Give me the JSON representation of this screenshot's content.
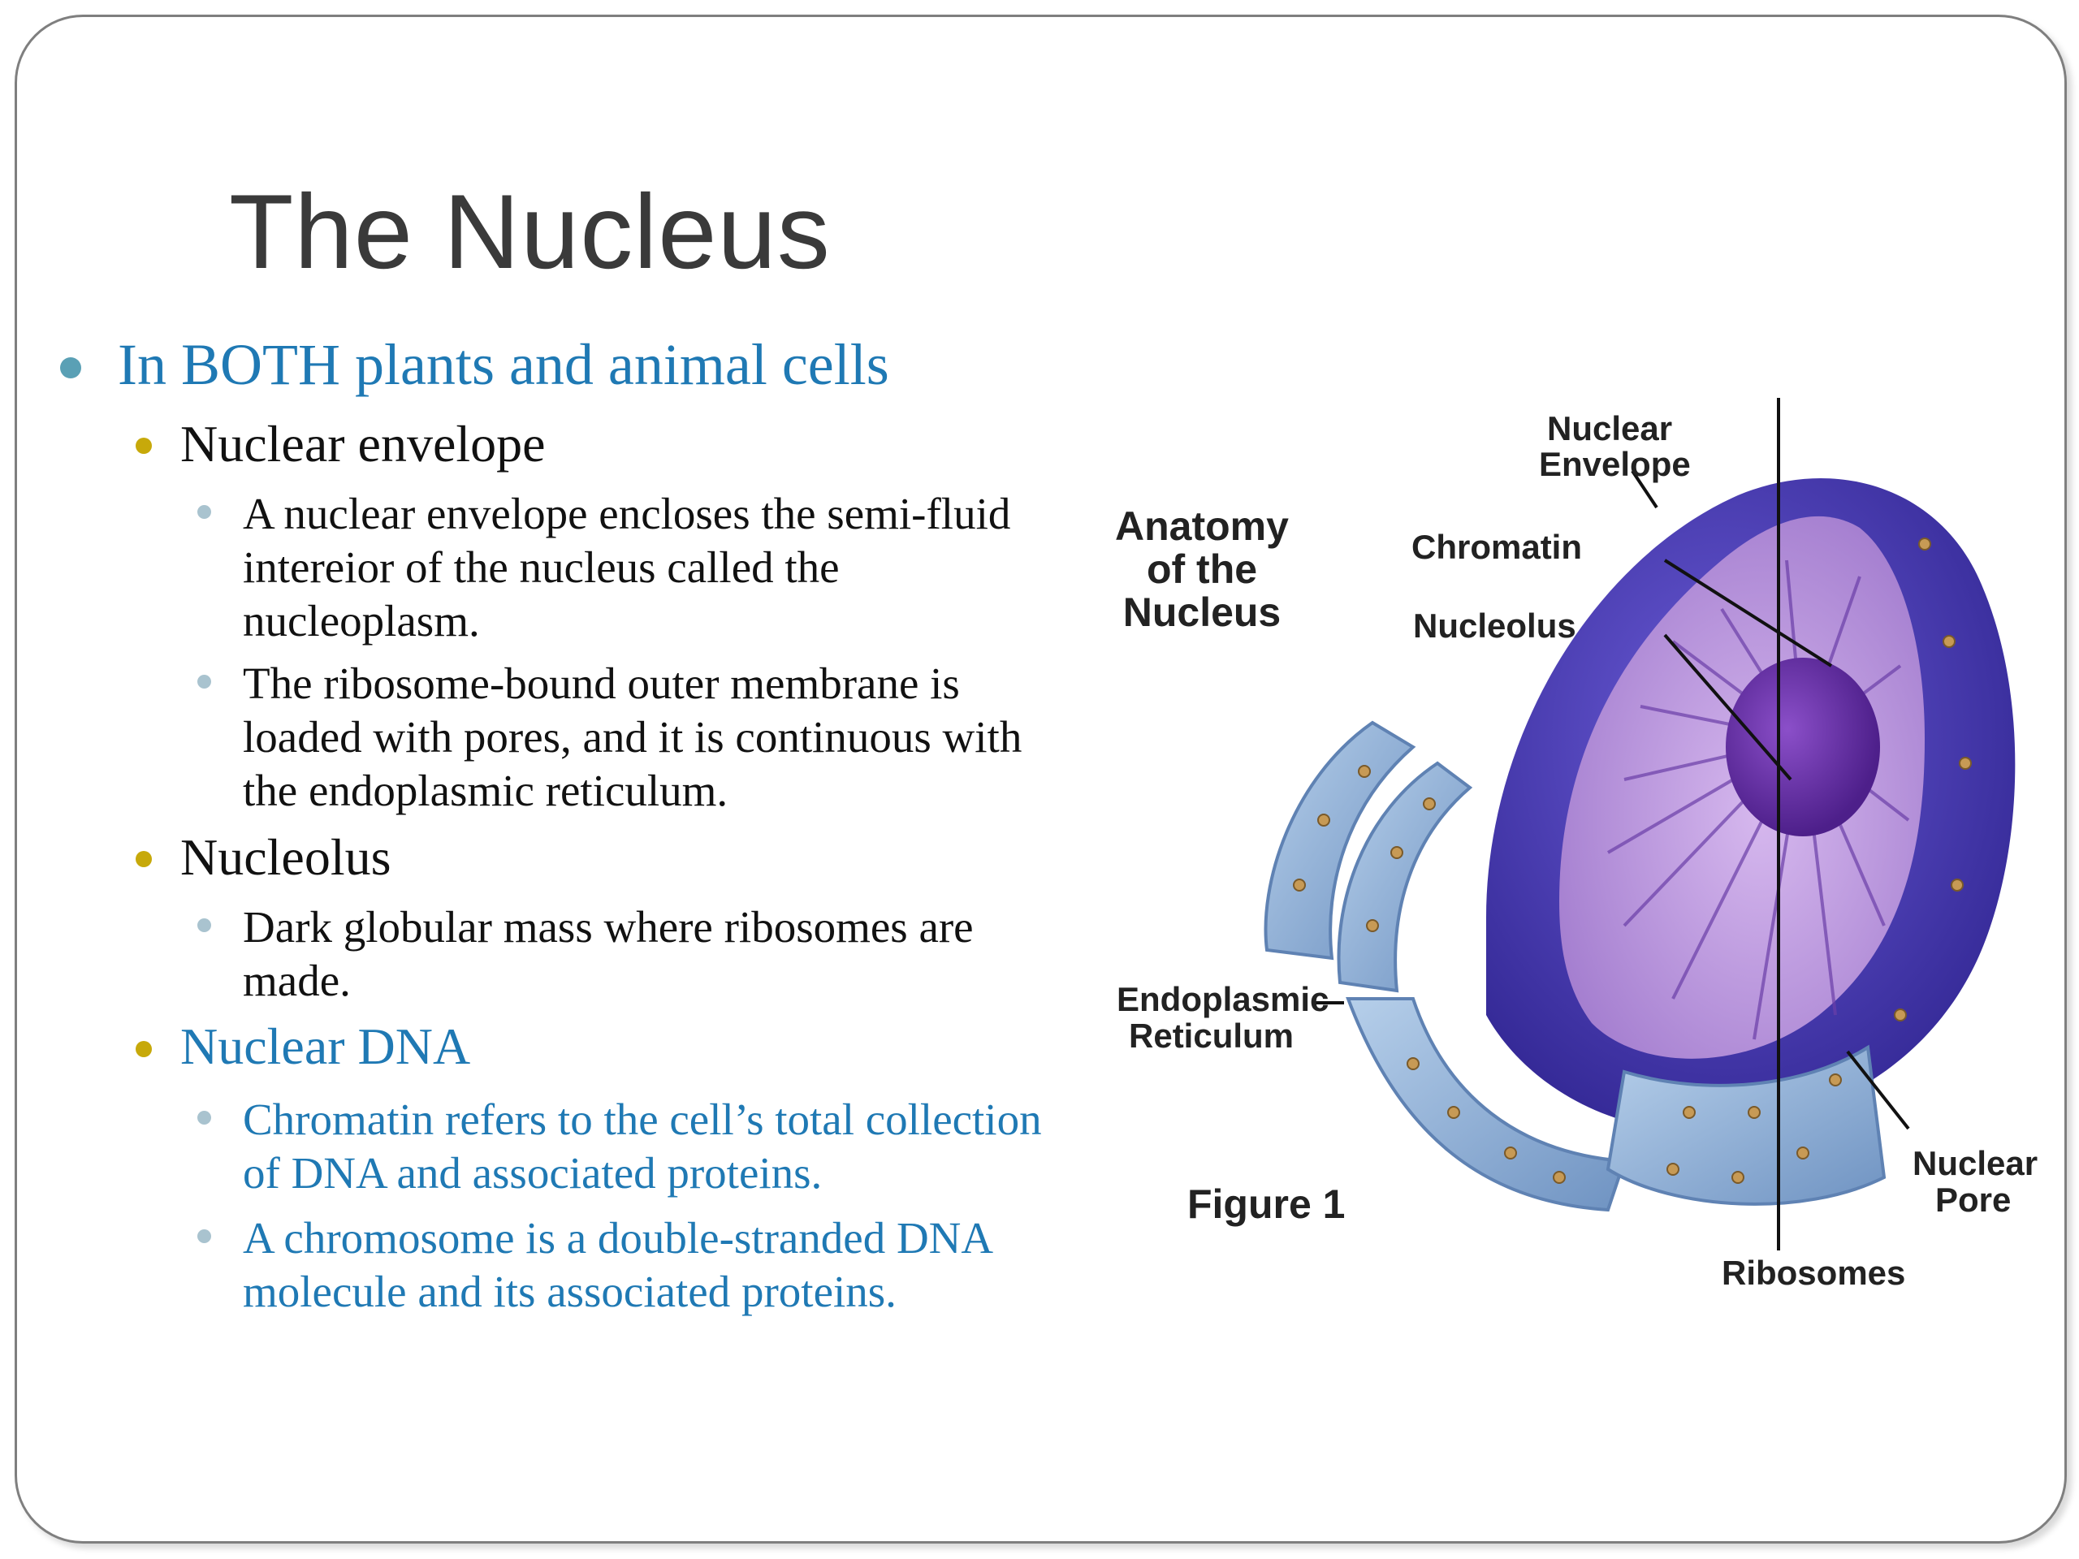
{
  "slide": {
    "title": "The Nucleus",
    "level1": "In BOTH plants and animal cells",
    "sections": [
      {
        "heading": "Nuclear envelope",
        "points": [
          [
            "A nuclear envelope encloses the semi-fluid",
            "intereior of the nucleus called the",
            "nucleoplasm."
          ],
          [
            "The ribosome-bound outer membrane is",
            "loaded with pores, and it is continuous with",
            "the endoplasmic reticulum."
          ]
        ]
      },
      {
        "heading": "Nucleolus",
        "points": [
          [
            "Dark globular mass where ribosomes are",
            "made."
          ]
        ]
      },
      {
        "heading": "Nuclear DNA",
        "points": [
          [
            "Chromatin refers to the cell’s total collection",
            "of DNA and associated proteins."
          ],
          [
            "A chromosome is a double-stranded DNA",
            "molecule and its associated proteins."
          ]
        ]
      }
    ]
  },
  "figure": {
    "caption_lines": [
      "Anatomy",
      "of the",
      "Nucleus"
    ],
    "figure_label": "Figure 1",
    "labels": {
      "nuclear_envelope": [
        "Nuclear",
        "Envelope"
      ],
      "chromatin": "Chromatin",
      "nucleolus": "Nucleolus",
      "endoplasmic_reticulum": [
        "Endoplasmic",
        "Reticulum"
      ],
      "nuclear_pore": [
        "Nuclear",
        "Pore"
      ],
      "ribosomes": "Ribosomes"
    }
  },
  "colors": {
    "title": "#3a3a3a",
    "accent_blue": "#1f79b4",
    "bullet_level1": "#5aa0b5",
    "bullet_level2": "#c7a90a",
    "bullet_level3": "#a9c3cf",
    "nucleus_envelope": "#4a3db0",
    "nucleoplasm": "#b48ad8",
    "er_blue": "#8fb3d9"
  }
}
